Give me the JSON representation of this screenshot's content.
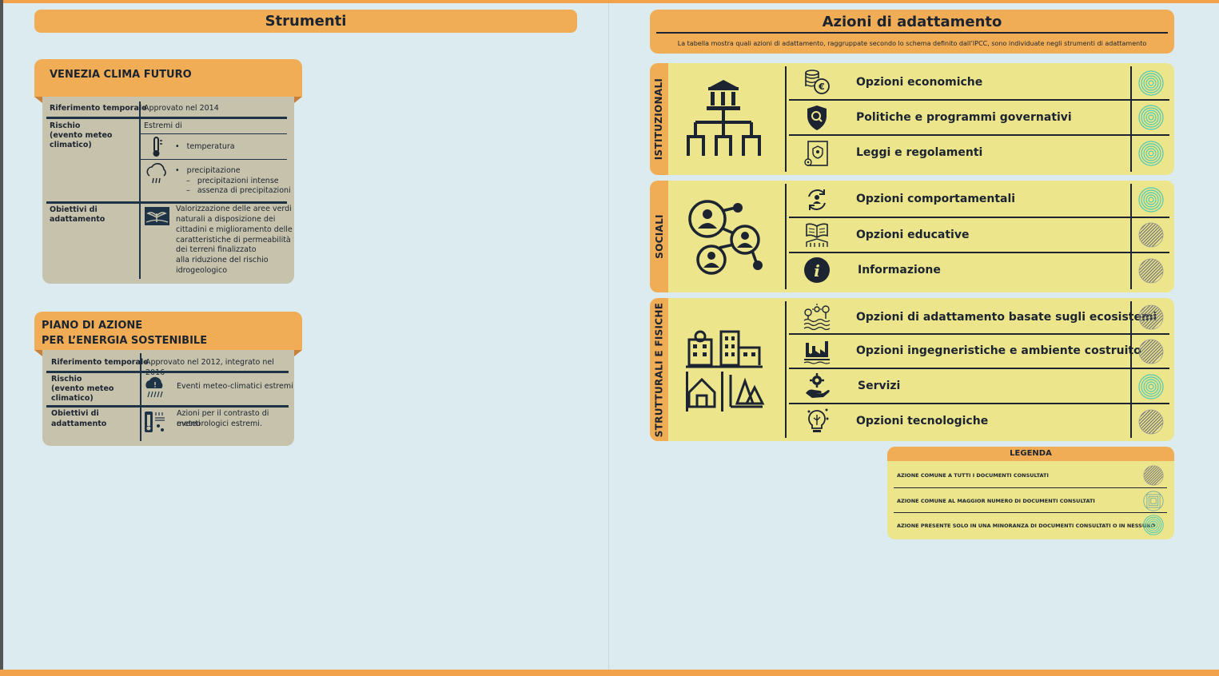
{
  "strumenti": {
    "title": "Strumenti",
    "card1": {
      "title": "VENEZIA CLIMA FUTURO",
      "rif_label": "Riferimento temporale",
      "rif_value": "Approvato nel 2014",
      "rischio_label_1": "Rischio",
      "rischio_label_2": "(evento meteo",
      "rischio_label_3": "climatico)",
      "estremi": "Estremi di",
      "temp": "temperatura",
      "precip": "precipitazione",
      "precip_sub1": "precipitazioni intense",
      "precip_sub2": "assenza di precipitazioni",
      "obiettivi_label_1": "Obiettivi di",
      "obiettivi_label_2": "adattamento",
      "obiettivi_lines": [
        "Valorizzazione delle aree verdi",
        "naturali a disposizione dei",
        "cittadini e miglioramento delle",
        "caratteristiche di permeabilità",
        "dei terreni finalizzato",
        "alla riduzione del rischio",
        "idrogeologico"
      ]
    },
    "card2": {
      "title_1": "PIANO DI AZIONE",
      "title_2": "PER L’ENERGIA SOSTENIBILE",
      "rif_label": "Riferimento temporale",
      "rif_value": "Approvato nel 2012, integrato nel 2016",
      "rischio_label_1": "Rischio",
      "rischio_label_2": "(evento meteo",
      "rischio_label_3": "climatico)",
      "rischio_value": "Eventi meteo-climatici estremi",
      "obiettivi_label_1": "Obiettivi di",
      "obiettivi_label_2": "adattamento",
      "obiettivi_line_1": "Azioni per il contrasto di eventi",
      "obiettivi_line_2": "meteorologici estremi."
    }
  },
  "azioni": {
    "title": "Azioni di adattamento",
    "subtitle": "La tabella mostra quali azioni di adattamento, raggruppate secondo lo schema definito dall’IPCC, sono individuate negli strumenti di adattamento",
    "groups": [
      {
        "label": "ISTITUZIONALI",
        "icon": "institution-hierarchy-icon",
        "rows": [
          {
            "label": "Opzioni economiche",
            "icon": "coins-euro-icon",
            "mark": "minority"
          },
          {
            "label": "Politiche e programmi governativi",
            "icon": "shield-search-icon",
            "mark": "minority"
          },
          {
            "label": "Leggi e regolamenti",
            "icon": "law-document-icon",
            "mark": "minority"
          }
        ]
      },
      {
        "label": "SOCIALI",
        "icon": "social-network-icon",
        "rows": [
          {
            "label": "Opzioni comportamentali",
            "icon": "behaviour-cycle-icon",
            "mark": "minority"
          },
          {
            "label": "Opzioni educative",
            "icon": "book-education-icon",
            "mark": "all"
          },
          {
            "label": "Informazione",
            "icon": "info-icon",
            "mark": "all"
          }
        ]
      },
      {
        "label": "STRUTTURALI E FISICHE",
        "icon": "buildings-icon",
        "rows": [
          {
            "label": "Opzioni di adattamento basate sugli ecosistemi",
            "icon": "ecosystem-icon",
            "mark": "all"
          },
          {
            "label": "Opzioni ingegneristiche e ambiente costruito",
            "icon": "factory-icon",
            "mark": "all"
          },
          {
            "label": "Servizi",
            "icon": "hand-gear-icon",
            "mark": "minority"
          },
          {
            "label": "Opzioni tecnologiche",
            "icon": "lightbulb-tech-icon",
            "mark": "all"
          }
        ]
      }
    ],
    "legend": {
      "title": "LEGENDA",
      "items": [
        {
          "label": "AZIONE COMUNE A TUTTI I DOCUMENTI CONSULTATI",
          "mark": "all"
        },
        {
          "label": "AZIONE COMUNE AL MAGGIOR NUMERO DI DOCUMENTI CONSULTATI",
          "mark": "majority"
        },
        {
          "label": "AZIONE PRESENTE SOLO IN UNA MINORANZA DI DOCUMENTI CONSULTATI O IN NESSUNO",
          "mark": "minority"
        }
      ]
    }
  },
  "colors": {
    "background": "#dcebef",
    "accent_orange": "#f0ad55",
    "panel_yellow": "#ece58c",
    "card_grey": "#c7c2ac",
    "dark_navy": "#1b2430",
    "teal_mark": "#4fc9b0",
    "grey_mark": "#777777"
  }
}
